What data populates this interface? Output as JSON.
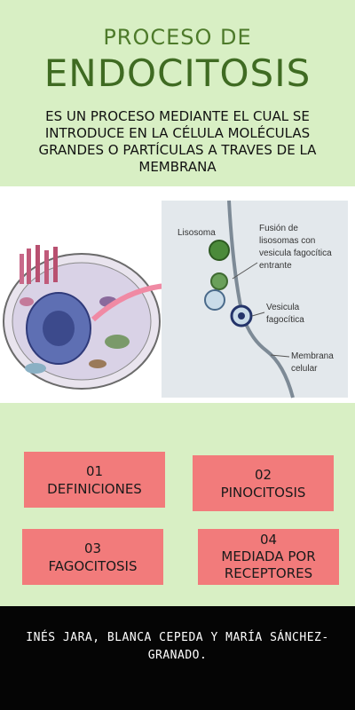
{
  "title": {
    "line1": "PROCESO DE",
    "line2": "ENDOCITOSIS"
  },
  "intro": "ES UN PROCESO MEDIANTE EL CUAL SE INTRODUCE EN LA CÉLULA MOLÉCULAS GRANDES O PARTÍCULAS A TRAVES DE LA MEMBRANA",
  "figure": {
    "labels": {
      "lisosoma": "Lisosoma",
      "fusion1": "Fusión de",
      "fusion2": "lisosomas con",
      "fusion3": "vesicula fagocítica",
      "fusion4": "entrante",
      "vesicula1": "Vesicula",
      "vesicula2": "fagocítica",
      "membrana1": "Membrana",
      "membrana2": "celular"
    }
  },
  "cards": [
    {
      "num": "01",
      "label": "DEFINICIONES"
    },
    {
      "num": "02",
      "label": "PINOCITOSIS"
    },
    {
      "num": "03",
      "label": "FAGOCITOSIS"
    },
    {
      "num": "04",
      "label": "MEDIADA POR RECEPTORES"
    }
  ],
  "footer": "INÉS JARA, BLANCA CEPEDA Y MARÍA SÁNCHEZ-GRANADO.",
  "colors": {
    "background": "#d8efc4",
    "title": "#3f6b22",
    "card": "#f27b7b",
    "footer": "#050505"
  }
}
